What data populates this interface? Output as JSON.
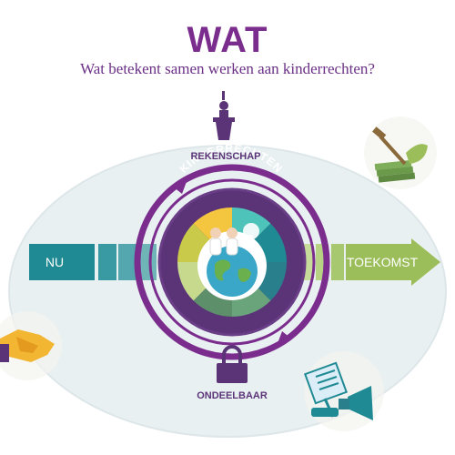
{
  "header": {
    "title": "WAT",
    "subtitle": "Wat betekent samen werken aan kinderrechten?"
  },
  "labels": {
    "top": "REKENSCHAP",
    "bottom": "ONDEELBAAR",
    "ring": "KINDERRECHTEN",
    "left_arrow": "NU",
    "right_arrow": "TOEKOMST"
  },
  "icons": {
    "top": "podium-icon",
    "bottom": "padlock-icon",
    "upper_right": "shovel-money-icon",
    "lower_left": "handshake-icon",
    "lower_right": "megaphone-sign-icon",
    "center": "children-globe-icon"
  },
  "colors": {
    "purple": "#7b2d8e",
    "dark_purple": "#5b3478",
    "teal": "#1f8a94",
    "green": "#9bbe5a",
    "oval": "#e8eff1"
  }
}
